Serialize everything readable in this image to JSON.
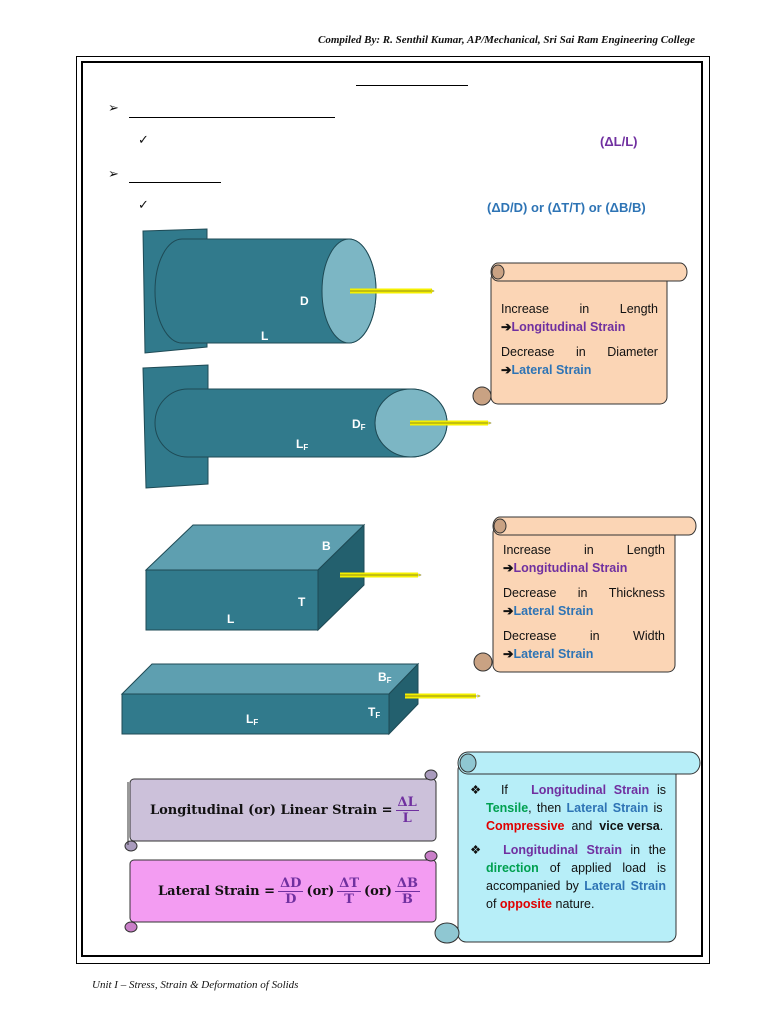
{
  "header": {
    "text": "Compiled By: R. Senthil Kumar, AP/Mechanical, Sri Sai Ram Engineering College"
  },
  "footer": {
    "text": "Unit I – Stress, Strain & Deformation of Solids"
  },
  "bullets": {
    "arrow_glyph": "➢",
    "check_glyph": "✓",
    "formula_1": "(ΔL/L)",
    "formula_2": "(ΔD/D) or (ΔT/T) or (ΔB/B)"
  },
  "diagram": {
    "cylinder_labels": {
      "diameter": "D",
      "length": "L",
      "final_diameter": "D",
      "final_length": "L",
      "subscript": "F"
    },
    "block_labels": {
      "breadth": "B",
      "thickness": "T",
      "length": "L",
      "final_breadth": "B",
      "final_thickness": "T",
      "final_length": "L",
      "subscript": "F"
    }
  },
  "scroll_cylinder": {
    "increase_words": [
      "Increase",
      "in",
      "Length"
    ],
    "arrow": "➔",
    "longitudinal_strain": "Longitudinal Strain",
    "decrease_words": [
      "Decrease",
      "in",
      "Diameter"
    ],
    "lateral_strain": "Lateral Strain"
  },
  "scroll_block": {
    "increase_words": [
      "Increase",
      "in",
      "Length"
    ],
    "arrow": "➔",
    "longitudinal_strain": "Longitudinal Strain",
    "decrease_thickness_words": [
      "Decrease",
      "in",
      "Thickness"
    ],
    "lateral_strain_1": "Lateral Strain",
    "decrease_width_words": [
      "Decrease",
      "in",
      "Width"
    ],
    "lateral_strain_2": "Lateral Strain"
  },
  "formula_longitudinal": {
    "label": "Longitudinal (or) Linear Strain =",
    "num": "ΔL",
    "den": "L"
  },
  "formula_lateral": {
    "label": "Lateral Strain =",
    "f1_num": "ΔD",
    "f1_den": "D",
    "or_1": "(or)",
    "f2_num": "ΔT",
    "f2_den": "T",
    "or_2": "(or)",
    "f3_num": "ΔB",
    "f3_den": "B"
  },
  "scroll_note": {
    "bullet": "❖",
    "p1_if": "If",
    "p1_longitudinal": "Longitudinal Strain",
    "p1_is": "is",
    "p1_tensile": "Tensile",
    "p1_then": ", then",
    "p1_lateral": "Lateral Strain",
    "p1_is2": "is",
    "p1_compressive": "Compressive",
    "p1_and": "and",
    "p1_vice": "vice versa",
    "p1_dot": ".",
    "p2_longitudinal": "Longitudinal Strain",
    "p2_inthe": "in the",
    "p2_direction": "direction",
    "p2_of": "of applied load is accompanied by",
    "p2_lateral": "Lateral Strain",
    "p2_of2": "of",
    "p2_opposite": "opposite",
    "p2_nature": "nature."
  },
  "colors": {
    "steel": "#317a8c",
    "steel_light": "#7cb6c4",
    "steel_top": "#5e9fb0",
    "arrow_yellow": "#f5f000",
    "scroll_peach": "#fbd5b5",
    "scroll_lilac": "#ccc1da",
    "scroll_pink": "#f39cf2",
    "scroll_cyan": "#b7eef8",
    "purple": "#7030a0",
    "blue": "#2e74b5",
    "green": "#00a050",
    "red": "#e00000"
  }
}
